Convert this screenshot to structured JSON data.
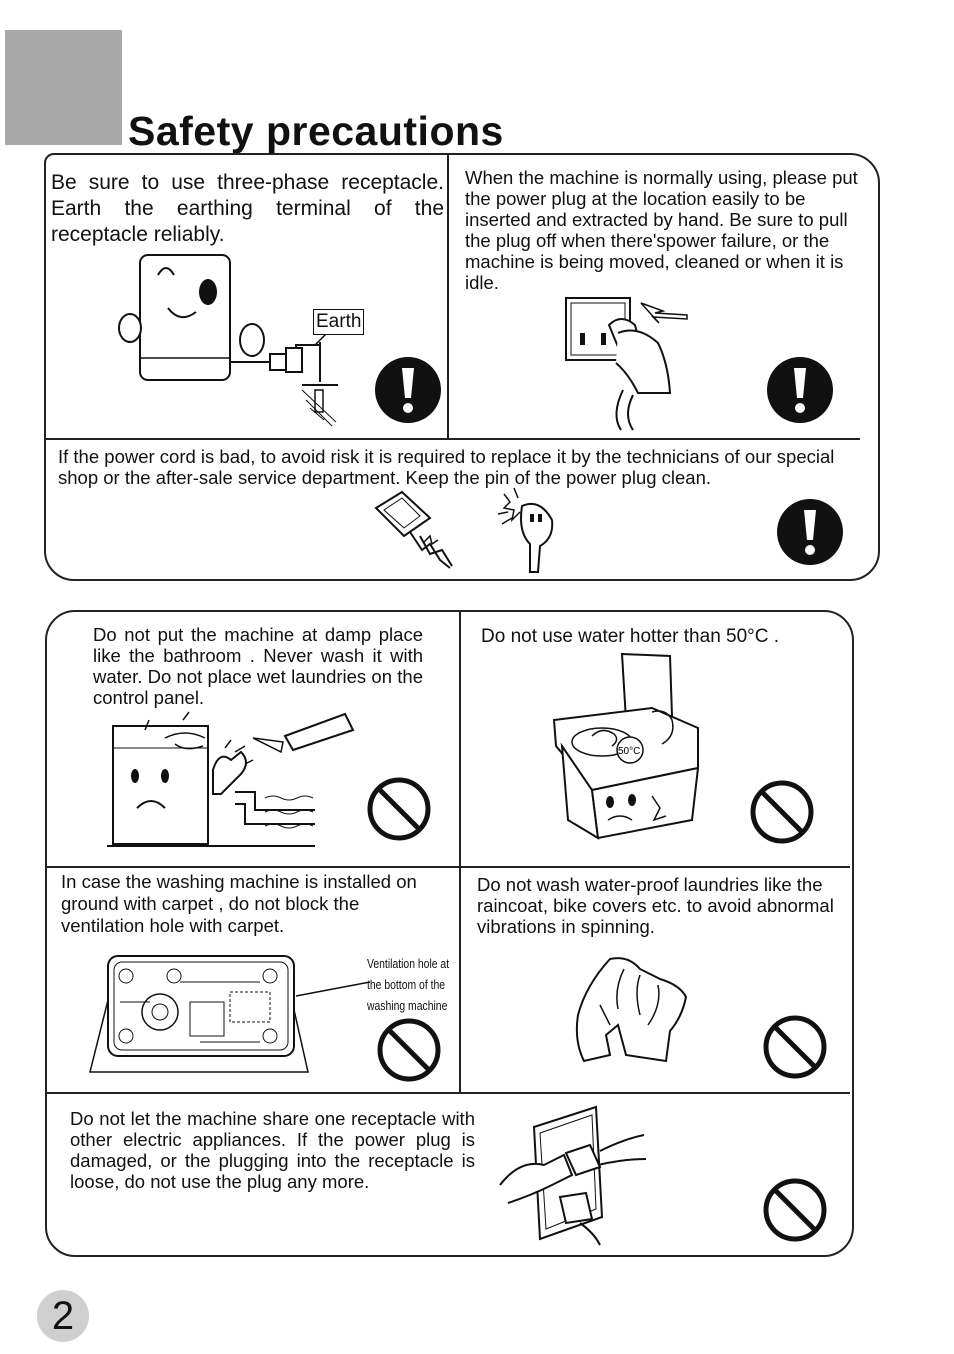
{
  "page": {
    "title": "Safety precautions",
    "page_number": "2"
  },
  "panel1": {
    "earth_text": "Be sure to use three-phase receptacle. Earth the earthing terminal of the receptacle reliably.",
    "earth_label": "Earth",
    "plug_text": "When the machine is normally using, please put the power plug at the location easily to be inserted and extracted by hand. Be sure to pull the plug off when there'spower failure, or the machine is being moved, cleaned or when it is idle.",
    "cord_text": "If the power cord is bad, to avoid risk it is required to replace it by the technicians of our special shop or the after-sale service department. Keep the pin of the power plug clean."
  },
  "panel2": {
    "damp_text": "Do not put the machine at damp place like the bathroom . Never wash it with water. Do not place wet laundries on the control panel.",
    "hot_text": "Do not use water hotter than 50°C .",
    "temp_label": "50°C",
    "carpet_text": "In case the washing machine is installed on ground with carpet , do not block the ventilation hole with carpet.",
    "vent_label": [
      "Ventilation hole at",
      "the bottom of the",
      "washing machine"
    ],
    "waterproof_text": "Do not wash water-proof laundries like the raincoat, bike covers etc. to avoid abnormal vibrations in spinning.",
    "share_text": "Do not let the machine share one receptacle with other electric appliances. If the power plug is damaged, or the plugging into the receptacle is loose, do not use the plug any more."
  },
  "colors": {
    "gray_block": "#a9a9a9",
    "page_circle": "#cfcfcf",
    "icon": "#111111"
  }
}
